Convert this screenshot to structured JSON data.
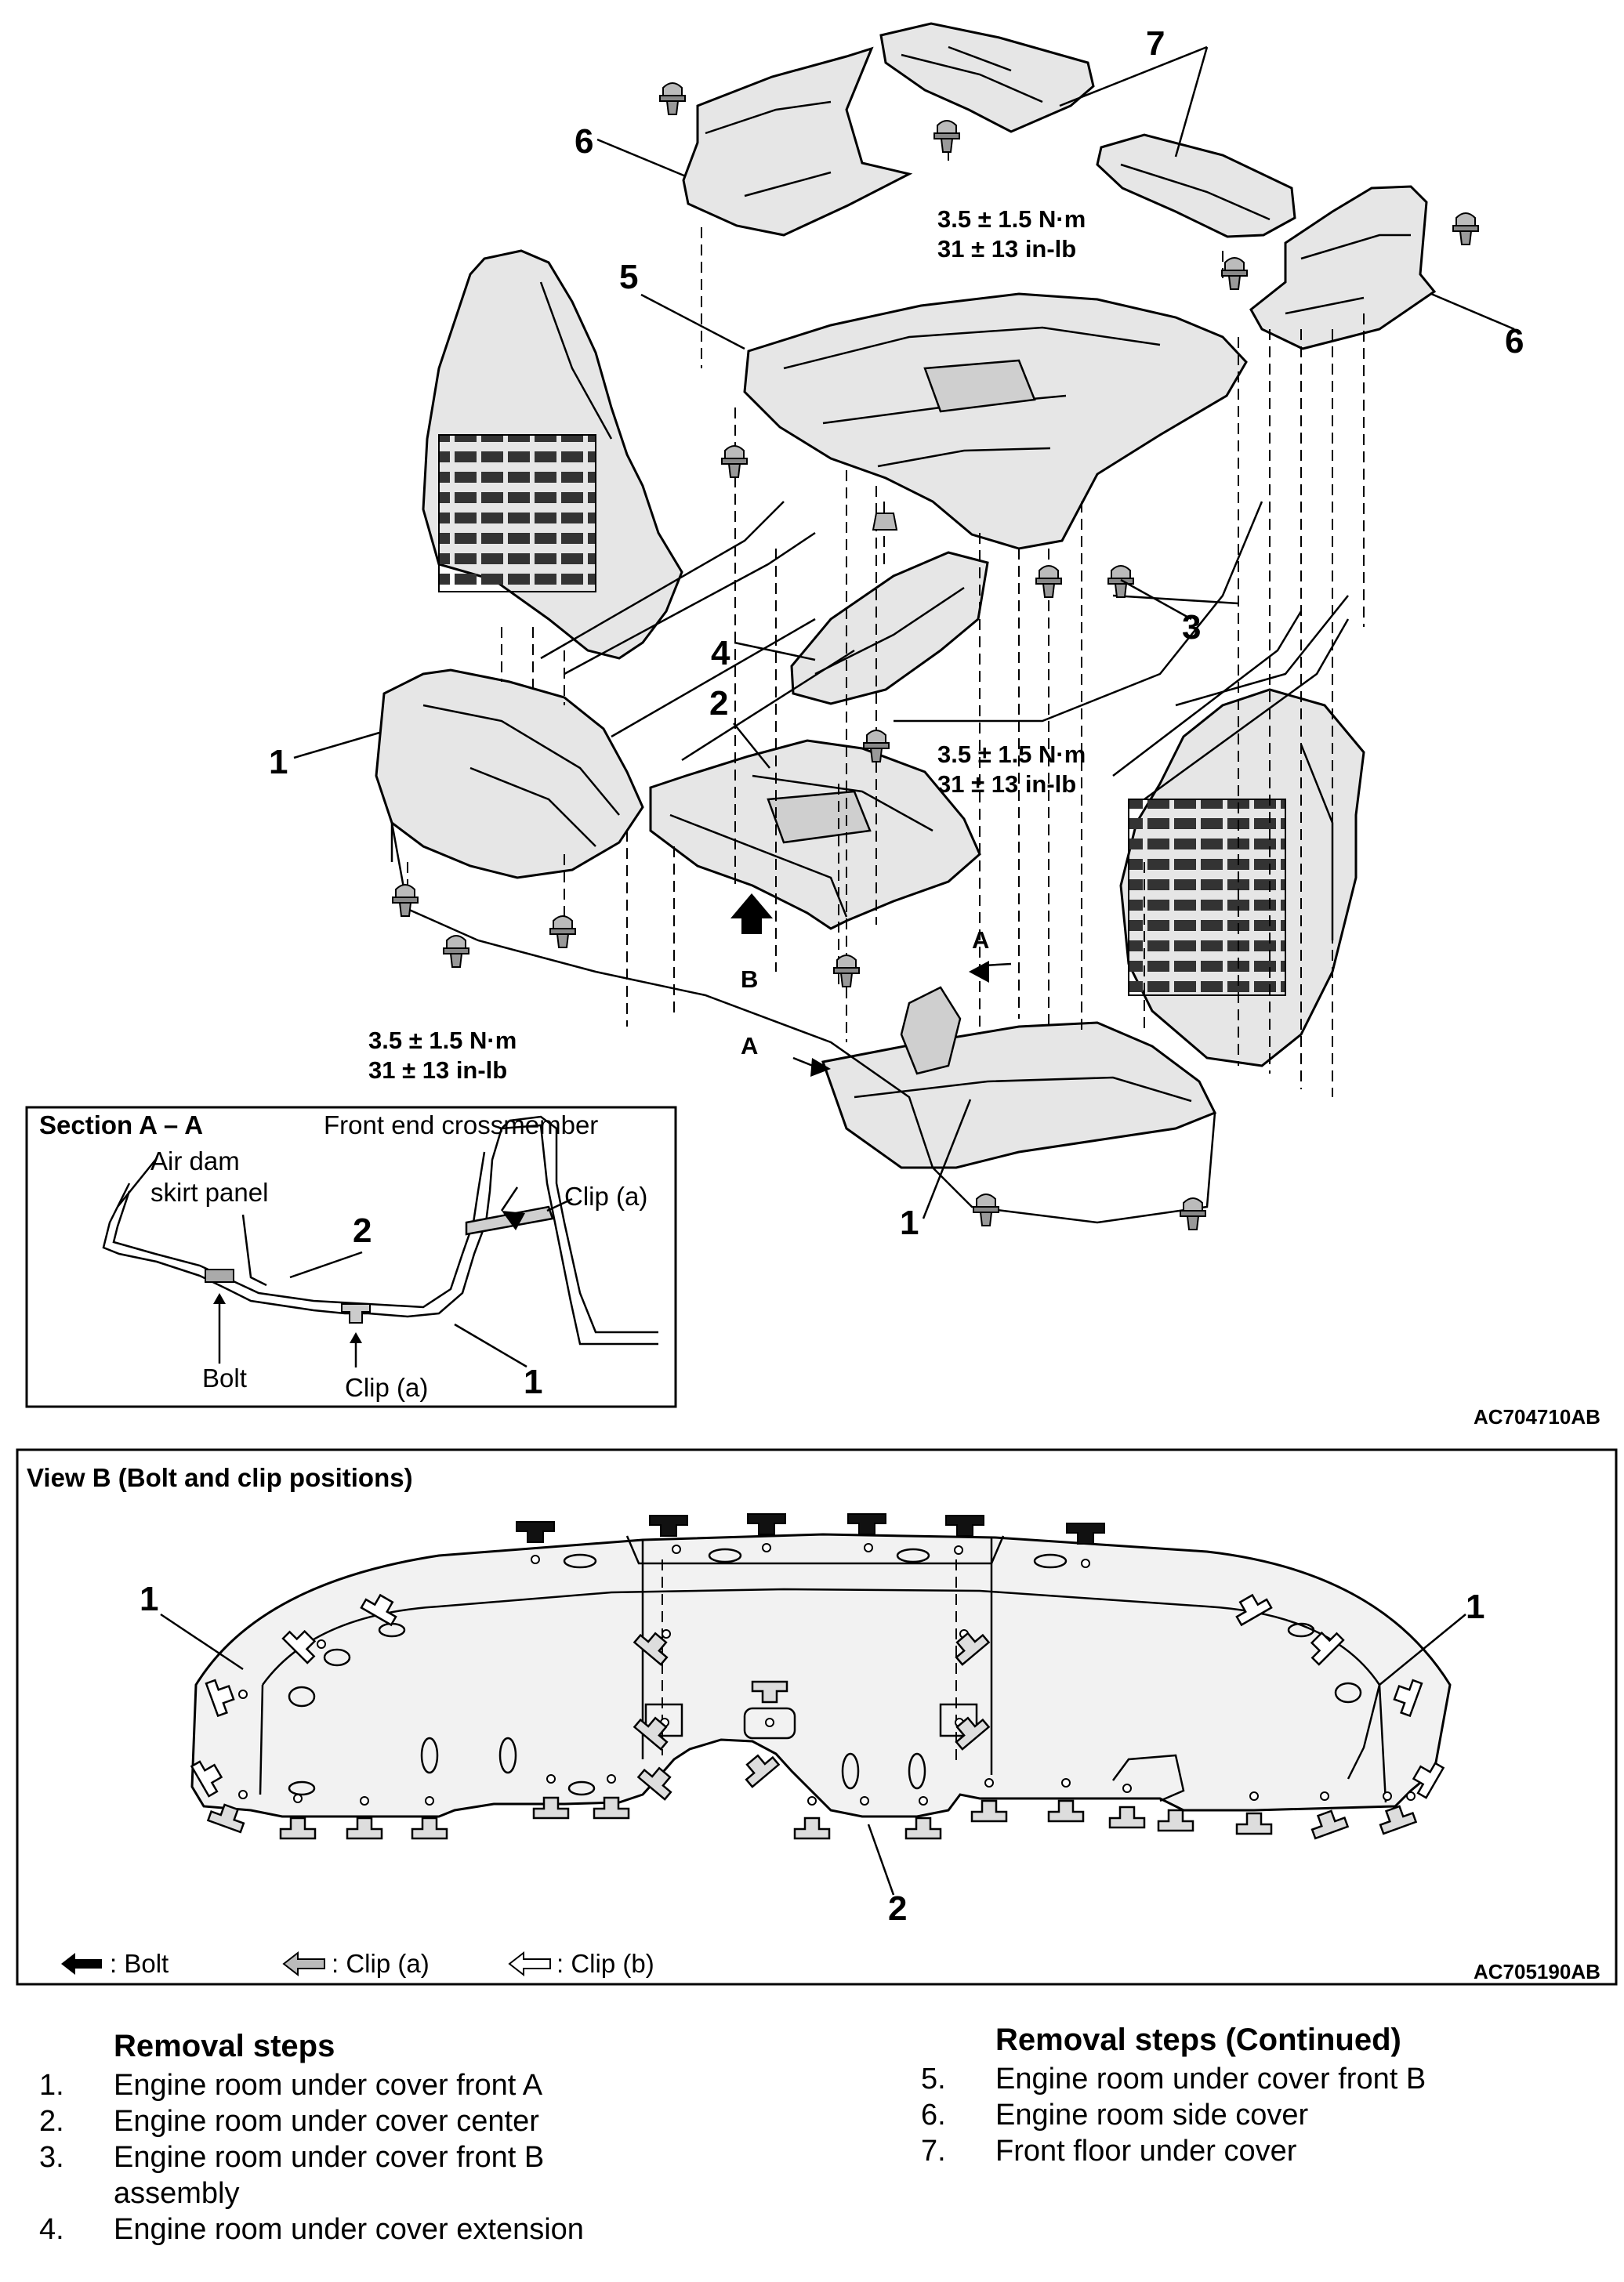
{
  "callouts": {
    "c1a": "1",
    "c1b": "1",
    "c2": "2",
    "c3": "3",
    "c4": "4",
    "c5": "5",
    "c6a": "6",
    "c6b": "6",
    "c7": "7"
  },
  "torque": {
    "t1_nm": "3.5 ± 1.5 N·m",
    "t1_inlb": "31 ± 13 in-lb",
    "t2_nm": "3.5 ± 1.5 N·m",
    "t2_inlb": "31 ± 13 in-lb",
    "t3_nm": "3.5 ± 1.5 N·m",
    "t3_inlb": "31 ± 13 in-lb"
  },
  "view_markers": {
    "a_left": "A",
    "a_right": "A",
    "b": "B"
  },
  "section": {
    "title": "Section A – A",
    "front_end_crossmember": "Front end crossmember",
    "air_dam_1": "Air dam",
    "air_dam_2": "skirt panel",
    "clip_top": "Clip (a)",
    "clip_bottom": "Clip (a)",
    "bolt": "Bolt",
    "num_2": "2",
    "num_1": "1"
  },
  "figure_code_1": "AC704710AB",
  "view_b": {
    "title": "View B (Bolt and clip positions)",
    "num_1_left": "1",
    "num_1_right": "1",
    "num_2": "2",
    "legend": {
      "bolt": ": Bolt",
      "clip_a": ": Clip (a)",
      "clip_b": ": Clip (b)"
    },
    "figure_code": "AC705190AB"
  },
  "removal_steps": {
    "title": "Removal steps",
    "items": [
      {
        "num": "1.",
        "text": "Engine room under cover front A"
      },
      {
        "num": "2.",
        "text": "Engine room under cover center"
      },
      {
        "num": "3.",
        "text": "Engine room under cover front B assembly"
      },
      {
        "num": "4.",
        "text": "Engine room under cover extension"
      }
    ]
  },
  "removal_steps_continued": {
    "title": "Removal steps (Continued)",
    "items": [
      {
        "num": "5.",
        "text": "Engine room under cover front B"
      },
      {
        "num": "6.",
        "text": "Engine room side cover"
      },
      {
        "num": "7.",
        "text": "Front floor under cover"
      }
    ]
  }
}
